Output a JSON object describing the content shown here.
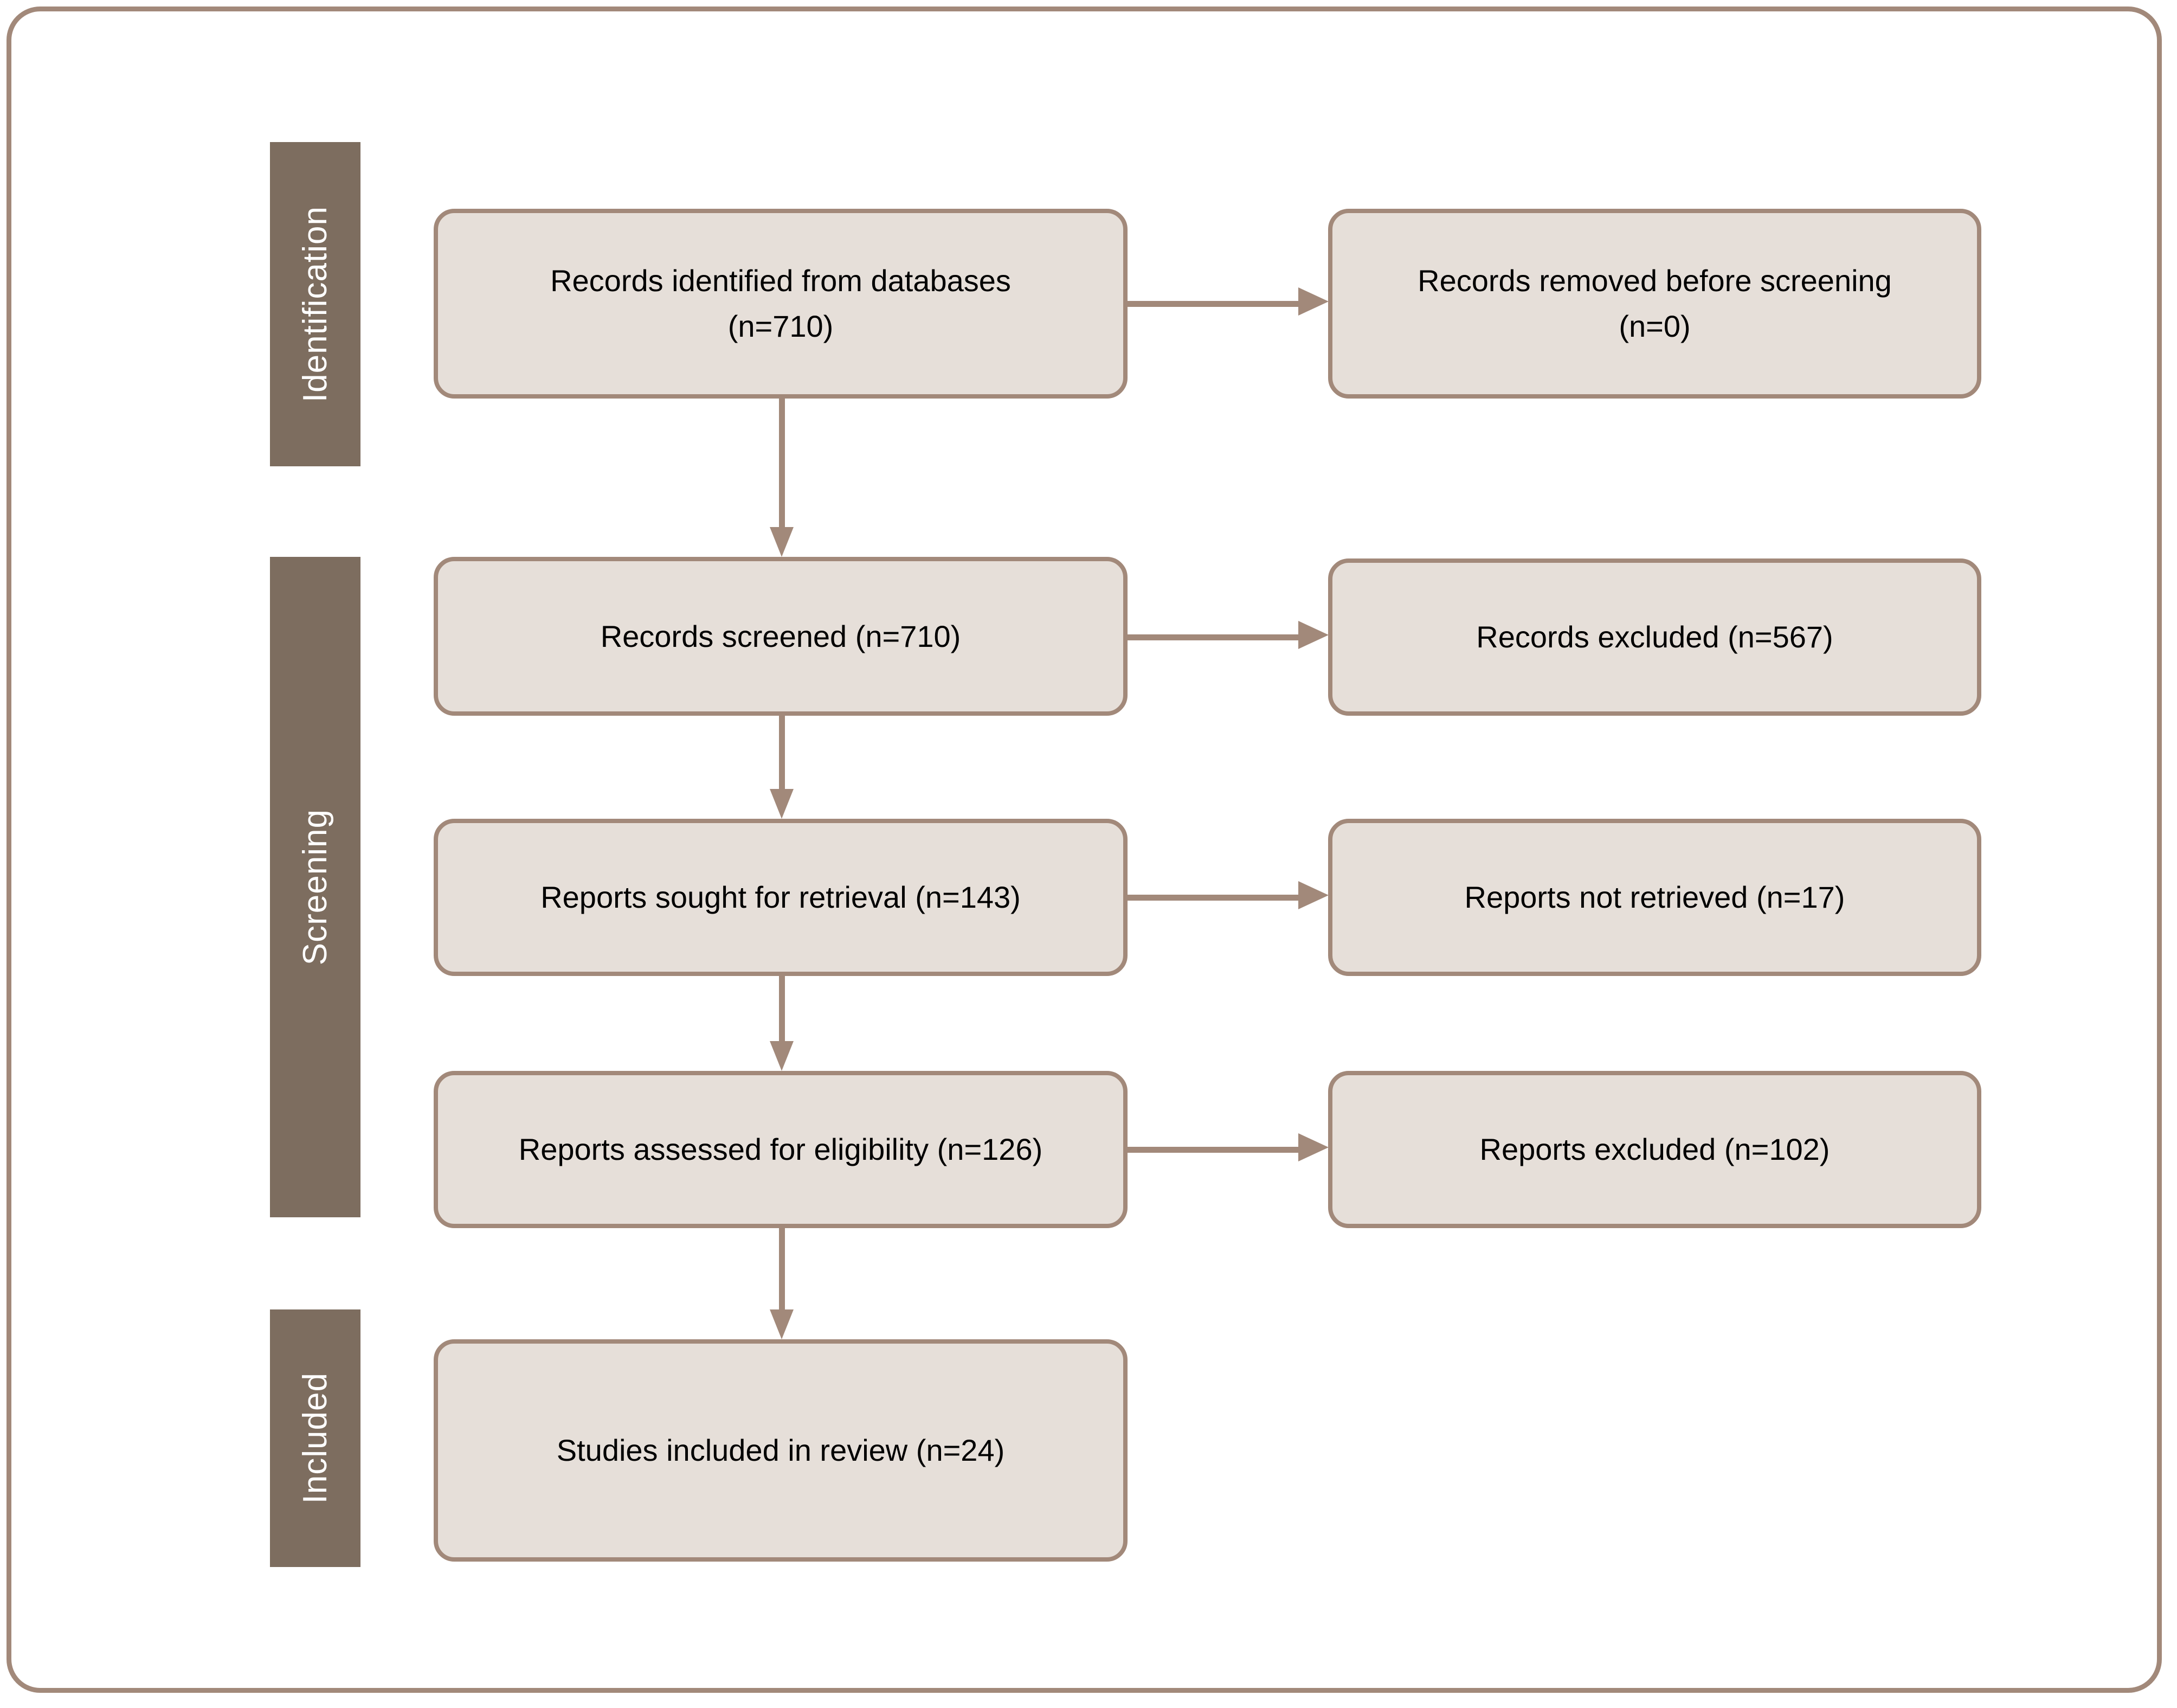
{
  "diagram": {
    "type": "prisma-flow-diagram",
    "colors": {
      "frame_border": "#a2897a",
      "stage_bar": "#7d6d5f",
      "stage_bar_text": "#ffffff",
      "box_fill": "#e6dfd9",
      "box_border": "#a2897a",
      "box_text": "#000000",
      "connector": "#a2897a",
      "background": "#ffffff"
    },
    "stages": [
      {
        "id": "identification",
        "label": "Identification"
      },
      {
        "id": "screening",
        "label": "Screening"
      },
      {
        "id": "included",
        "label": "Included"
      }
    ],
    "boxes": {
      "identified": {
        "text": "Records identified from databases\n(n=710)",
        "stage": "identification",
        "column": "left",
        "n": 710
      },
      "removed": {
        "text": "Records removed before screening\n(n=0)",
        "stage": "identification",
        "column": "right",
        "n": 0
      },
      "screened": {
        "text": "Records screened (n=710)",
        "stage": "screening",
        "column": "left",
        "n": 710
      },
      "excluded_records": {
        "text": "Records excluded (n=567)",
        "stage": "screening",
        "column": "right",
        "n": 567
      },
      "sought": {
        "text": "Reports sought for retrieval (n=143)",
        "stage": "screening",
        "column": "left",
        "n": 143
      },
      "not_retrieved": {
        "text": "Reports not retrieved (n=17)",
        "stage": "screening",
        "column": "right",
        "n": 17
      },
      "assessed": {
        "text": "Reports assessed for eligibility (n=126)",
        "stage": "screening",
        "column": "left",
        "n": 126
      },
      "excluded_reports": {
        "text": "Reports excluded (n=102)",
        "stage": "screening",
        "column": "right",
        "n": 102
      },
      "included": {
        "text": "Studies included in review (n=24)",
        "stage": "included",
        "column": "left",
        "n": 24
      }
    },
    "flows": [
      {
        "from": "identified",
        "to": "removed",
        "direction": "right"
      },
      {
        "from": "identified",
        "to": "screened",
        "direction": "down"
      },
      {
        "from": "screened",
        "to": "excluded_records",
        "direction": "right"
      },
      {
        "from": "screened",
        "to": "sought",
        "direction": "down"
      },
      {
        "from": "sought",
        "to": "not_retrieved",
        "direction": "right"
      },
      {
        "from": "sought",
        "to": "assessed",
        "direction": "down"
      },
      {
        "from": "assessed",
        "to": "excluded_reports",
        "direction": "right"
      },
      {
        "from": "assessed",
        "to": "included",
        "direction": "down"
      }
    ]
  }
}
